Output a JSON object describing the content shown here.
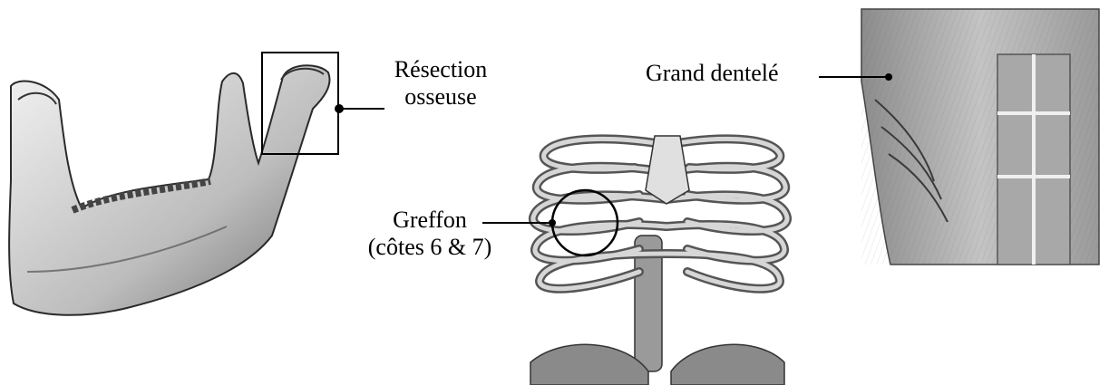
{
  "labels": {
    "resection_line1": "Résection",
    "resection_line2": "osseuse",
    "greffon_line1": "Greffon",
    "greffon_line2": "(côtes 6 & 7)",
    "grand_dentele": "Grand dentelé"
  },
  "figures": [
    "mandible",
    "rib-cage",
    "anterior-trunk-muscles"
  ]
}
